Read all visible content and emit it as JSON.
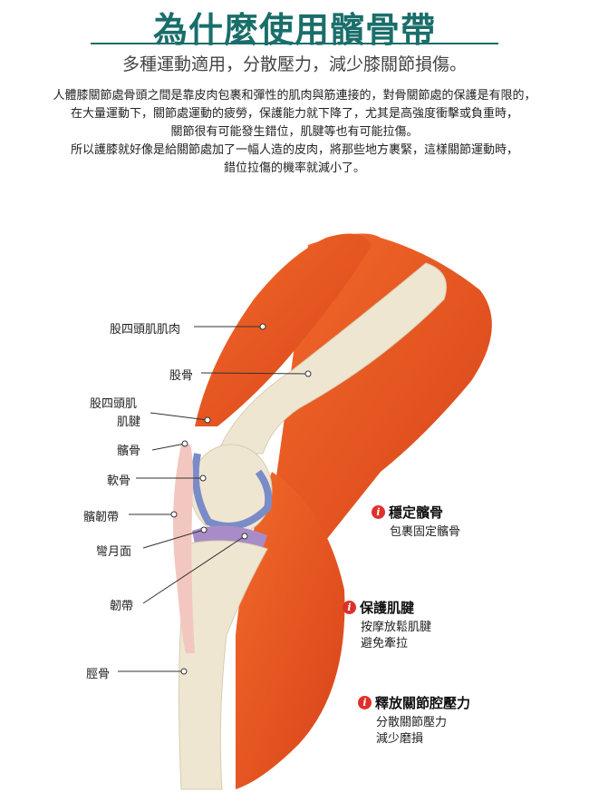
{
  "header": {
    "title": "為什麼使用髕骨帶",
    "subtitle": "多種運動適用，分散壓力，減少膝關節損傷。"
  },
  "intro": [
    "人體膝關節處骨頭之間是靠皮肉包裹和彈性的肌肉與筋連接的，對骨關節處的保護是有限的，",
    "在大量運動下，關節處運動的疲勞，保護能力就下降了，尤其是高強度衝擊或負重時，",
    "關節很有可能發生錯位，肌腱等也有可能拉傷。",
    "所以護膝就好像是給關節處加了一幅人造的皮肉，將那些地方裹緊，這樣關節運動時，",
    "錯位拉傷的機率就減小了。"
  ],
  "labels": {
    "quad_muscle": "股四頭肌肌肉",
    "femur": "股骨",
    "quad_tendon_1": "股四頭肌",
    "quad_tendon_2": "肌腱",
    "patella": "髕骨",
    "cartilage": "軟骨",
    "patellar_ligament": "髕韌帶",
    "meniscus": "彎月面",
    "ligament": "韌帶",
    "tibia": "脛骨"
  },
  "features": [
    {
      "title": "穩定髕骨",
      "lines": [
        "包裹固定髕骨"
      ]
    },
    {
      "title": "保護肌腱",
      "lines": [
        "按摩放鬆肌腱",
        "避免牽拉"
      ]
    },
    {
      "title": "釋放關節腔壓力",
      "lines": [
        "分散關節壓力",
        "減少磨損"
      ]
    }
  ],
  "info_icon": "i",
  "colors": {
    "title": "#1a6e6a",
    "muscle": "#e8541e",
    "bone": "#efe6d2",
    "info": "#e0302a"
  }
}
